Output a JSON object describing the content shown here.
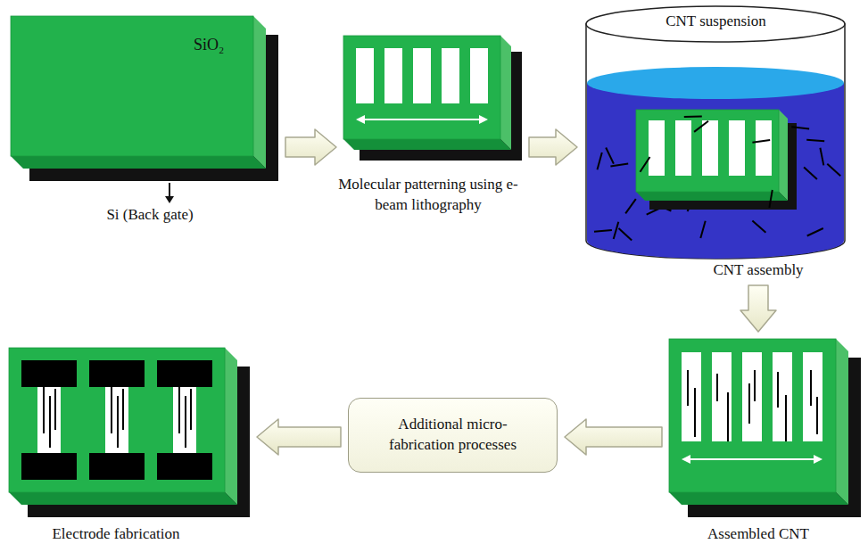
{
  "diagram": {
    "nodes": [
      {
        "text": [
          "SiO₂",
          "Si (Back gate)"
        ]
      },
      {
        "text": [
          "Molecular patterning using e-beam lithography"
        ]
      },
      {
        "text": [
          "CNT suspension",
          "CNT assembly"
        ]
      },
      {
        "text": [
          "Assembled CNT"
        ]
      },
      {
        "text": [
          "Additional micro-fabrication processes"
        ]
      },
      {
        "text": [
          "Electrode fabrication"
        ]
      }
    ],
    "edges": [
      {
        "from": 0,
        "to": 1,
        "arrow": "to"
      },
      {
        "from": 1,
        "to": 2,
        "arrow": "to"
      },
      {
        "from": 2,
        "to": 3,
        "arrow": "to"
      },
      {
        "from": 3,
        "to": 4,
        "arrow": "to"
      },
      {
        "from": 4,
        "to": 5,
        "arrow": "to"
      }
    ]
  }
}
